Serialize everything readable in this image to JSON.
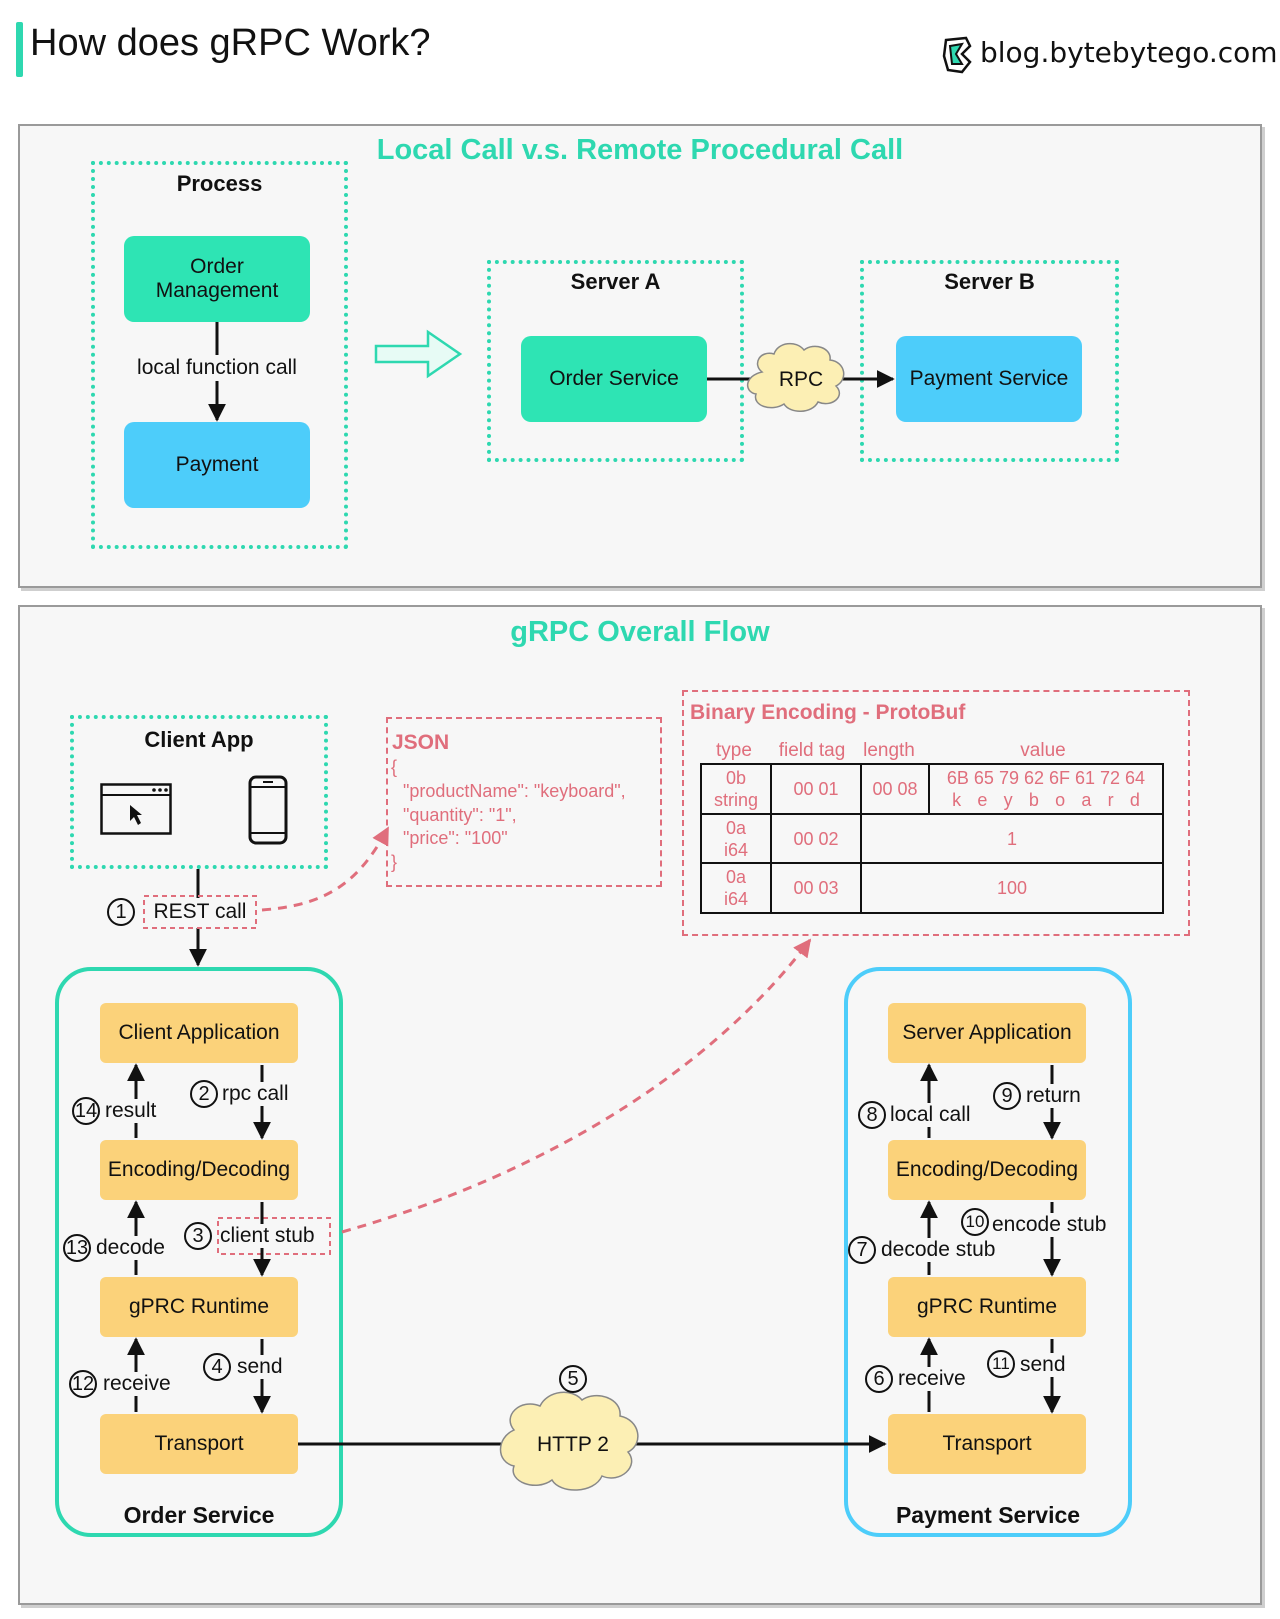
{
  "header": {
    "title": "How does gRPC Work?",
    "brand": "blog.bytebytego.com"
  },
  "local_vs_remote": {
    "title": "Local Call v.s. Remote Procedural Call",
    "process": {
      "label": "Process",
      "order_management": "Order Management",
      "local_function_call": "local function call",
      "payment": "Payment"
    },
    "server_a": {
      "label": "Server A",
      "order_service": "Order Service"
    },
    "server_b": {
      "label": "Server B",
      "payment_service": "Payment Service"
    },
    "rpc": "RPC"
  },
  "overall_flow": {
    "title": "gRPC Overall Flow",
    "client_app": {
      "label": "Client App",
      "browser_icon": "browser-window-icon",
      "phone_icon": "smartphone-icon"
    },
    "json": {
      "title": "JSON",
      "lines": [
        "{",
        "\"productName\": \"keyboard\",",
        "\"quantity\": \"1\",",
        "\"price\": \"100\"",
        "}"
      ]
    },
    "protobuf": {
      "title": "Binary Encoding - ProtoBuf",
      "headers": [
        "type",
        "field tag",
        "length",
        "value"
      ],
      "rows": [
        {
          "type": [
            "0b",
            "string"
          ],
          "field_tag": "00 01",
          "length": "00 08",
          "value_hex": "6B 65 79 62 6F 61 72 64",
          "value_chars": [
            "k",
            "e",
            "y",
            "b",
            "o",
            "a",
            "r",
            "d"
          ]
        },
        {
          "type": [
            "0a",
            "i64"
          ],
          "field_tag": "00 02",
          "value": "1"
        },
        {
          "type": [
            "0a",
            "i64"
          ],
          "field_tag": "00 03",
          "value": "100"
        }
      ]
    },
    "order_service": {
      "label": "Order Service",
      "client_application": "Client Application",
      "encoding_decoding": "Encoding/Decoding",
      "runtime": "gPRC Runtime",
      "transport": "Transport"
    },
    "payment_service": {
      "label": "Payment Service",
      "server_application": "Server Application",
      "encoding_decoding": "Encoding/Decoding",
      "runtime": "gPRC Runtime",
      "transport": "Transport"
    },
    "http2": "HTTP 2",
    "steps": {
      "s1": {
        "num": "1",
        "label": "REST call"
      },
      "s2": {
        "num": "2",
        "label": "rpc call"
      },
      "s3": {
        "num": "3",
        "label": "client stub"
      },
      "s4": {
        "num": "4",
        "label": "send"
      },
      "s5": {
        "num": "5"
      },
      "s6": {
        "num": "6",
        "label": "receive"
      },
      "s7": {
        "num": "7",
        "label": "decode stub"
      },
      "s8": {
        "num": "8",
        "label": "local call"
      },
      "s9": {
        "num": "9",
        "label": "return"
      },
      "s10": {
        "num": "10",
        "label": "encode stub"
      },
      "s11": {
        "num": "11",
        "label": "send"
      },
      "s12": {
        "num": "12",
        "label": "receive"
      },
      "s13": {
        "num": "13",
        "label": "decode"
      },
      "s14": {
        "num": "14",
        "label": "result"
      }
    }
  },
  "colors": {
    "green": "#2ed8b0",
    "green_box": "#2ee4b4",
    "blue_box": "#4dcdfa",
    "yellow_box": "#fbd27a",
    "red_dash": "#e06e7c",
    "cloud": "#fcefb4"
  }
}
